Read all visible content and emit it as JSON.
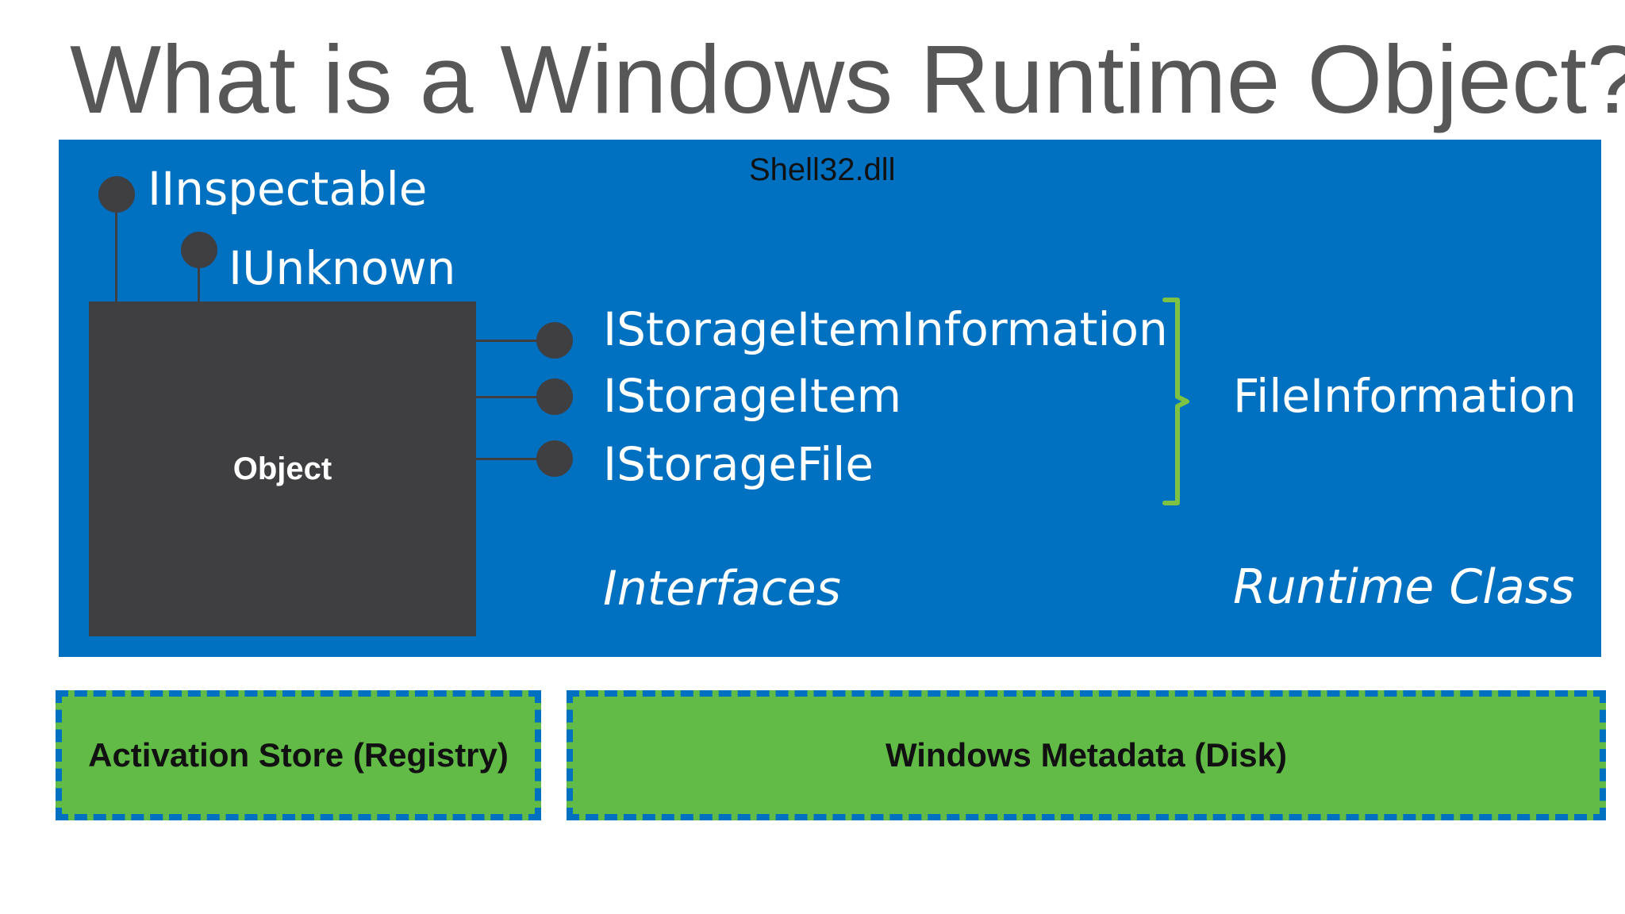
{
  "slide": {
    "title": "What is a Windows Runtime Object?",
    "dll_label": "Shell32.dll",
    "object_label": "Object",
    "base_interfaces": [
      "IInspectable",
      "IUnknown"
    ],
    "interfaces": [
      "IStorageItemInformation",
      "IStorageItem",
      "IStorageFile"
    ],
    "interfaces_caption": "Interfaces",
    "runtime_class_name": "FileInformation",
    "runtime_class_caption": "Runtime Class",
    "activation_store_label": "Activation Store (Registry)",
    "metadata_label": "Windows Metadata (Disk)"
  },
  "colors": {
    "title_text": "#575757",
    "panel_blue": "#0070c0",
    "object_gray": "#3f3f41",
    "brace_green": "#7dc242",
    "store_green": "#62bb46",
    "dash_blue": "#0070c0"
  }
}
